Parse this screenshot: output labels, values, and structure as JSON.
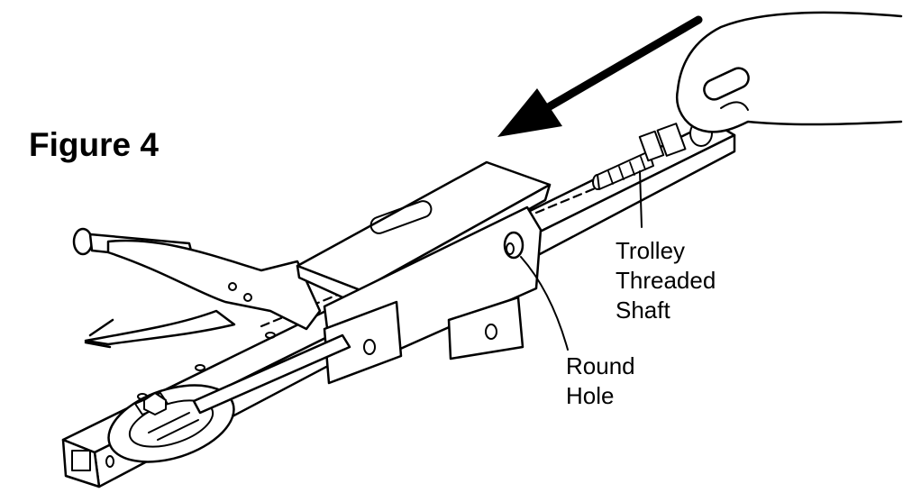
{
  "figure": {
    "title": "Figure 4"
  },
  "callouts": {
    "trolley_threaded_shaft": [
      "Trolley",
      "Threaded",
      "Shaft"
    ],
    "round_hole": [
      "Round",
      "Hole"
    ]
  },
  "colors": {
    "ink": "#000000",
    "paper": "#ffffff"
  },
  "icons": {
    "direction_arrow": "arrow-down-left-icon"
  }
}
